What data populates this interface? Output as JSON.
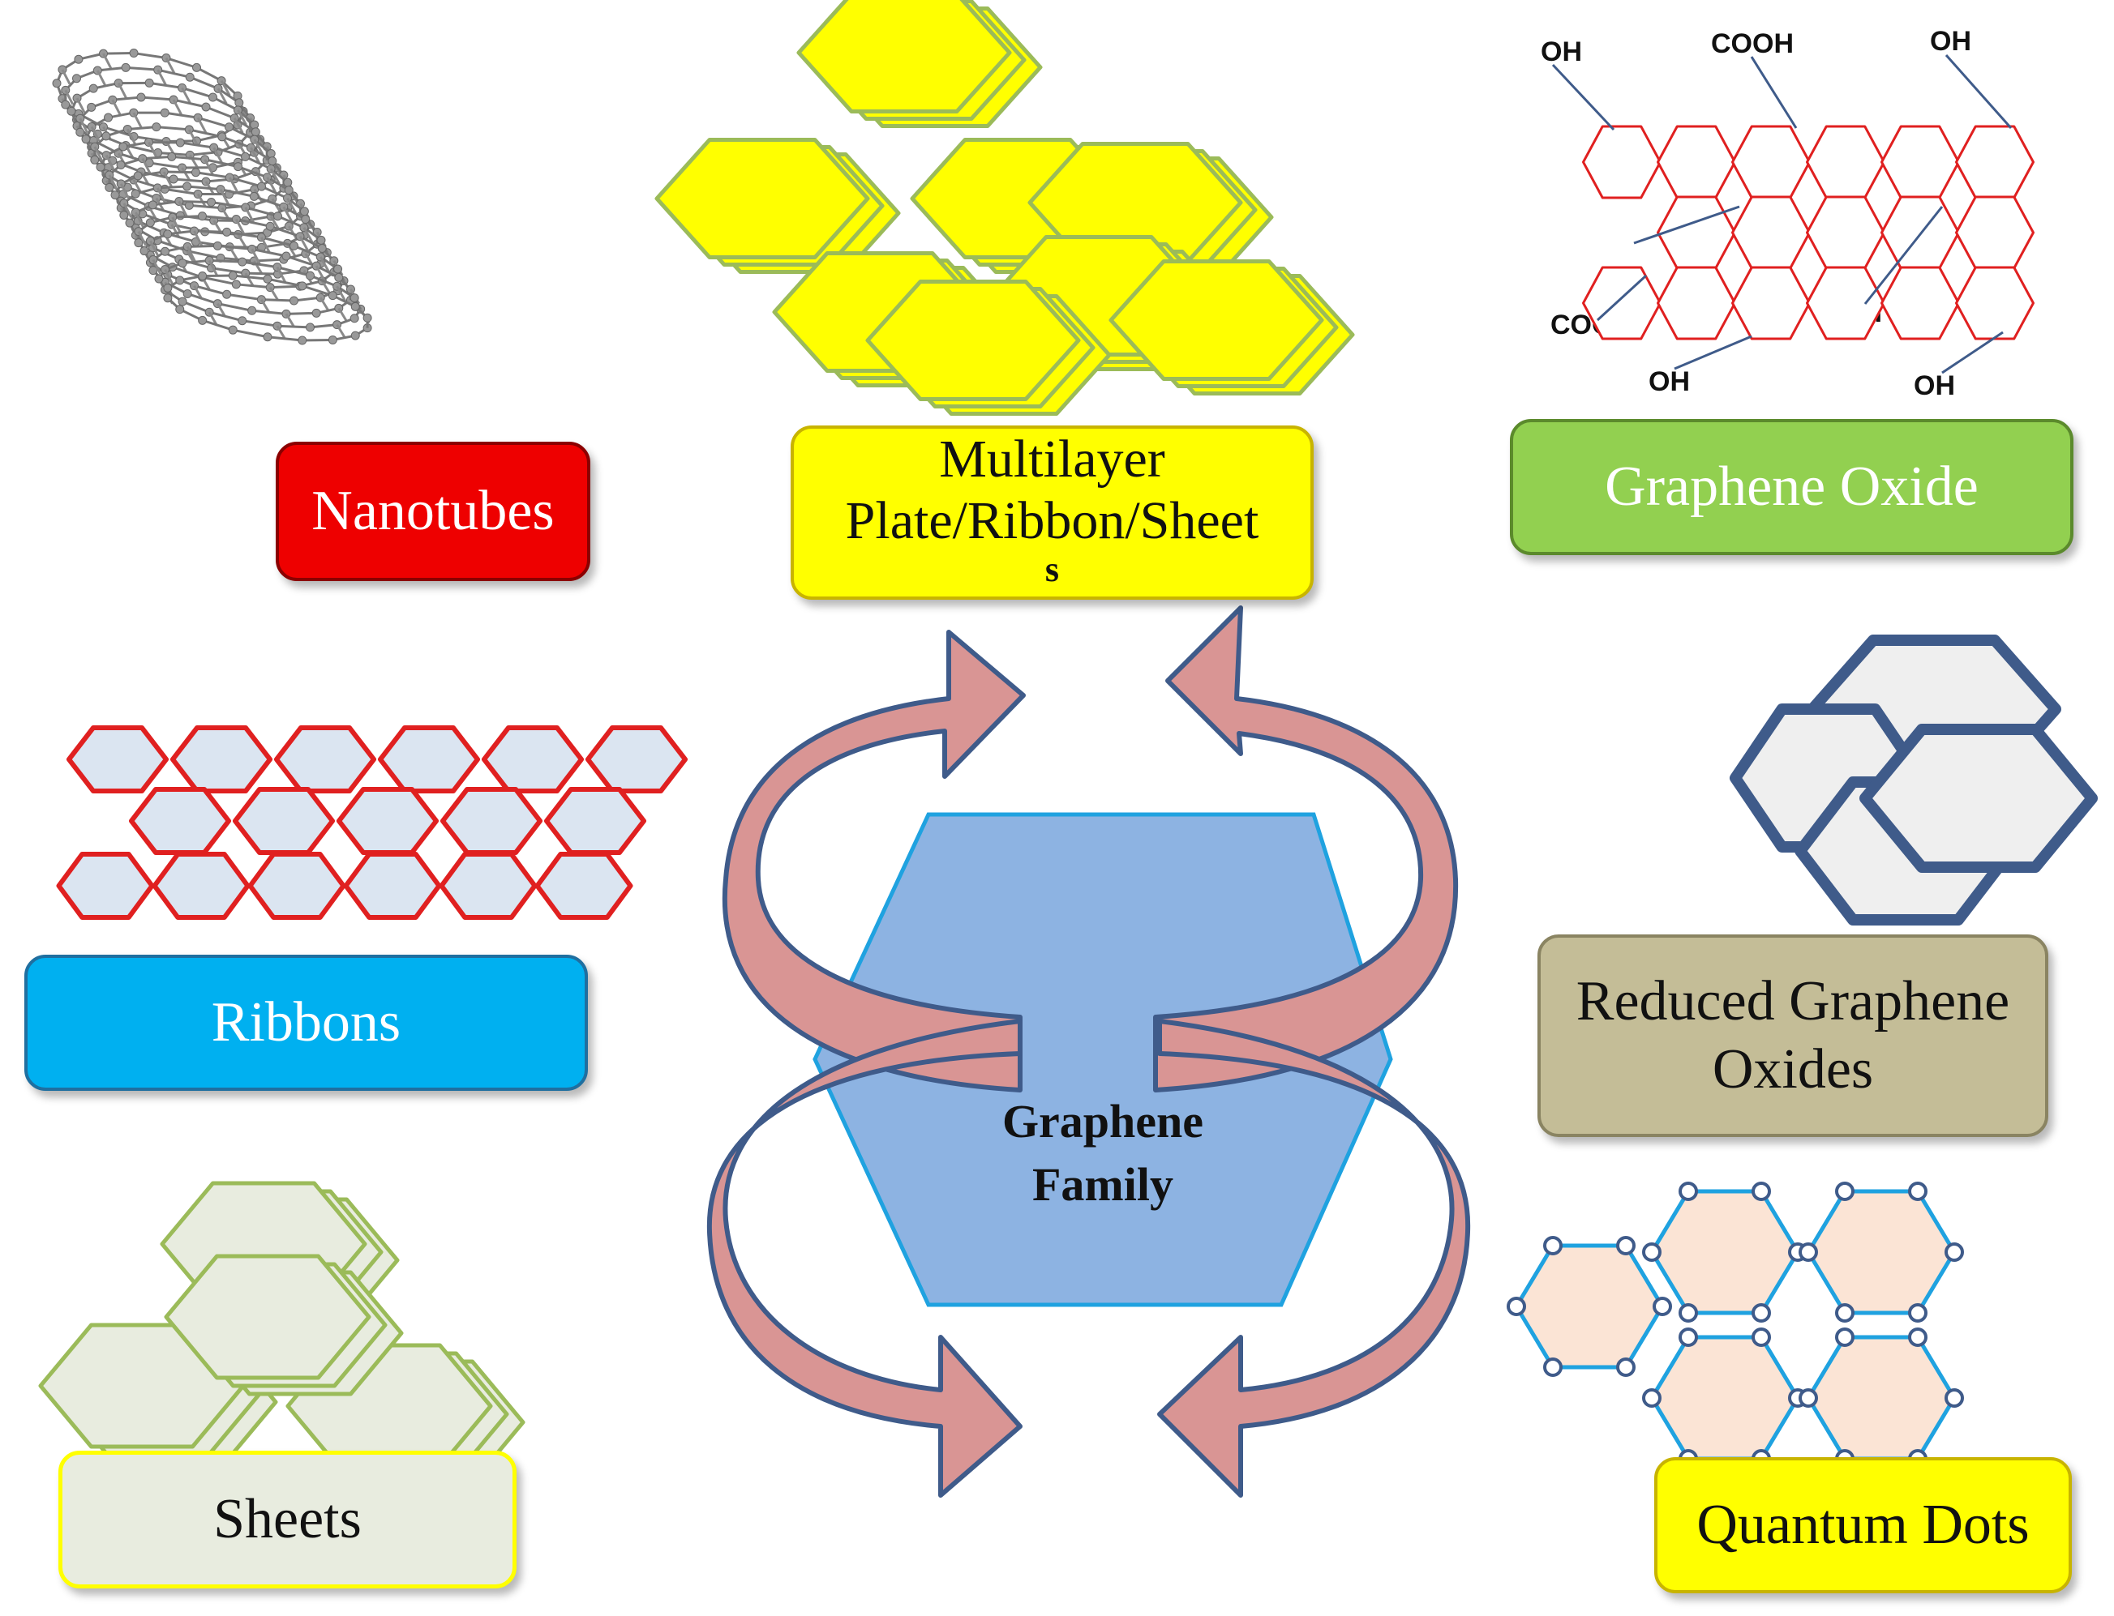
{
  "center": {
    "line1": "Graphene",
    "line2": "Family"
  },
  "labels": {
    "nanotubes": "Nanotubes",
    "multilayer_line1": "Multilayer",
    "multilayer_line2": "Plate/Ribbon/Sheet",
    "multilayer_line3": "s",
    "graphene_oxide": "Graphene Oxide",
    "ribbons": "Ribbons",
    "reduced_line1": "Reduced Graphene",
    "reduced_line2": "Oxides",
    "sheets": "Sheets",
    "quantum_dots": "Quantum Dots"
  },
  "chem_groups": {
    "oh": "OH",
    "cooh": "COOH"
  },
  "colors": {
    "nanotubes_fill": "#ee0000",
    "multilayer_fill": "#ffff00",
    "graphene_oxide_fill": "#92d050",
    "ribbons_fill": "#00b0f0",
    "reduced_fill": "#c4bd97",
    "sheets_fill": "#e8ecdf",
    "quantum_dots_fill": "#ffff00",
    "center_hex": "#8db3e2",
    "arrow_fill": "#d99594",
    "arrow_stroke": "#3f5b8a"
  }
}
